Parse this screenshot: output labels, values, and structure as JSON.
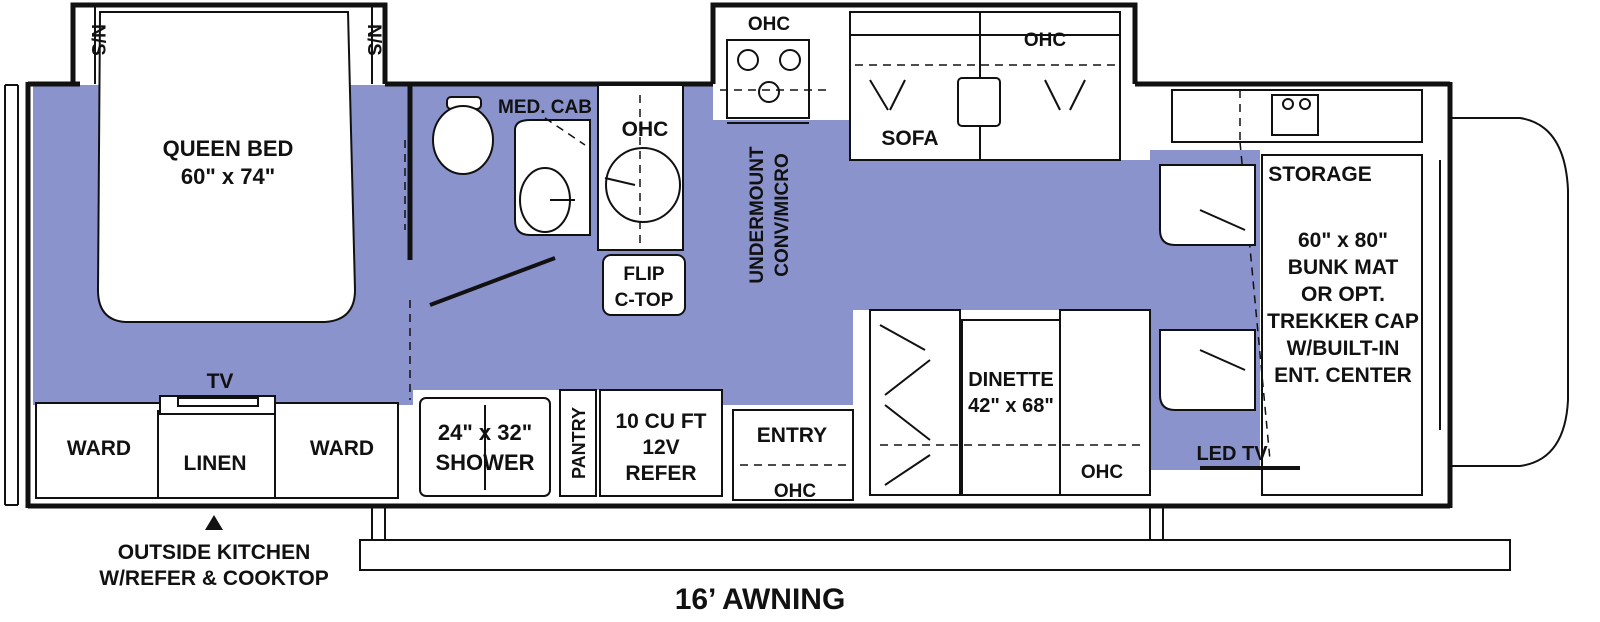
{
  "colors": {
    "floor": "#8a93cc",
    "line": "#111111",
    "furniture": "#ffffff"
  },
  "labels": {
    "ns_left": "N/S",
    "ns_right": "N/S",
    "queen_bed_title": "QUEEN BED",
    "queen_bed_size": "60\" x 74\"",
    "med_cab": "MED. CAB",
    "ohc_bath": "OHC",
    "ohc_range": "OHC",
    "ohc_sofa": "OHC",
    "sofa": "SOFA",
    "microwave_line1": "UNDERMOUNT",
    "microwave_line2": "CONV/MICRO",
    "flip_top_line1": "FLIP",
    "flip_top_line2": "C-TOP",
    "storage": "STORAGE",
    "bunk_line1": "60\" x 80\"",
    "bunk_line2": "BUNK MAT",
    "bunk_line3": "OR OPT.",
    "bunk_line4": "TREKKER CAP",
    "bunk_line5": "W/BUILT-IN",
    "bunk_line6": "ENT. CENTER",
    "tv": "TV",
    "ward_left": "WARD",
    "linen": "LINEN",
    "ward_right": "WARD",
    "shower_size": "24\" x 32\"",
    "shower": "SHOWER",
    "pantry": "PANTRY",
    "refer_line1": "10 CU FT",
    "refer_line2": "12V",
    "refer_line3": "REFER",
    "entry": "ENTRY",
    "ohc_entry": "OHC",
    "dinette": "DINETTE",
    "dinette_size": "42\" x 68\"",
    "ohc_dinette": "OHC",
    "led_tv": "LED TV",
    "outside_kitchen_line1": "OUTSIDE KITCHEN",
    "outside_kitchen_line2": "W/REFER & COOKTOP",
    "awning": "16’ AWNING"
  }
}
